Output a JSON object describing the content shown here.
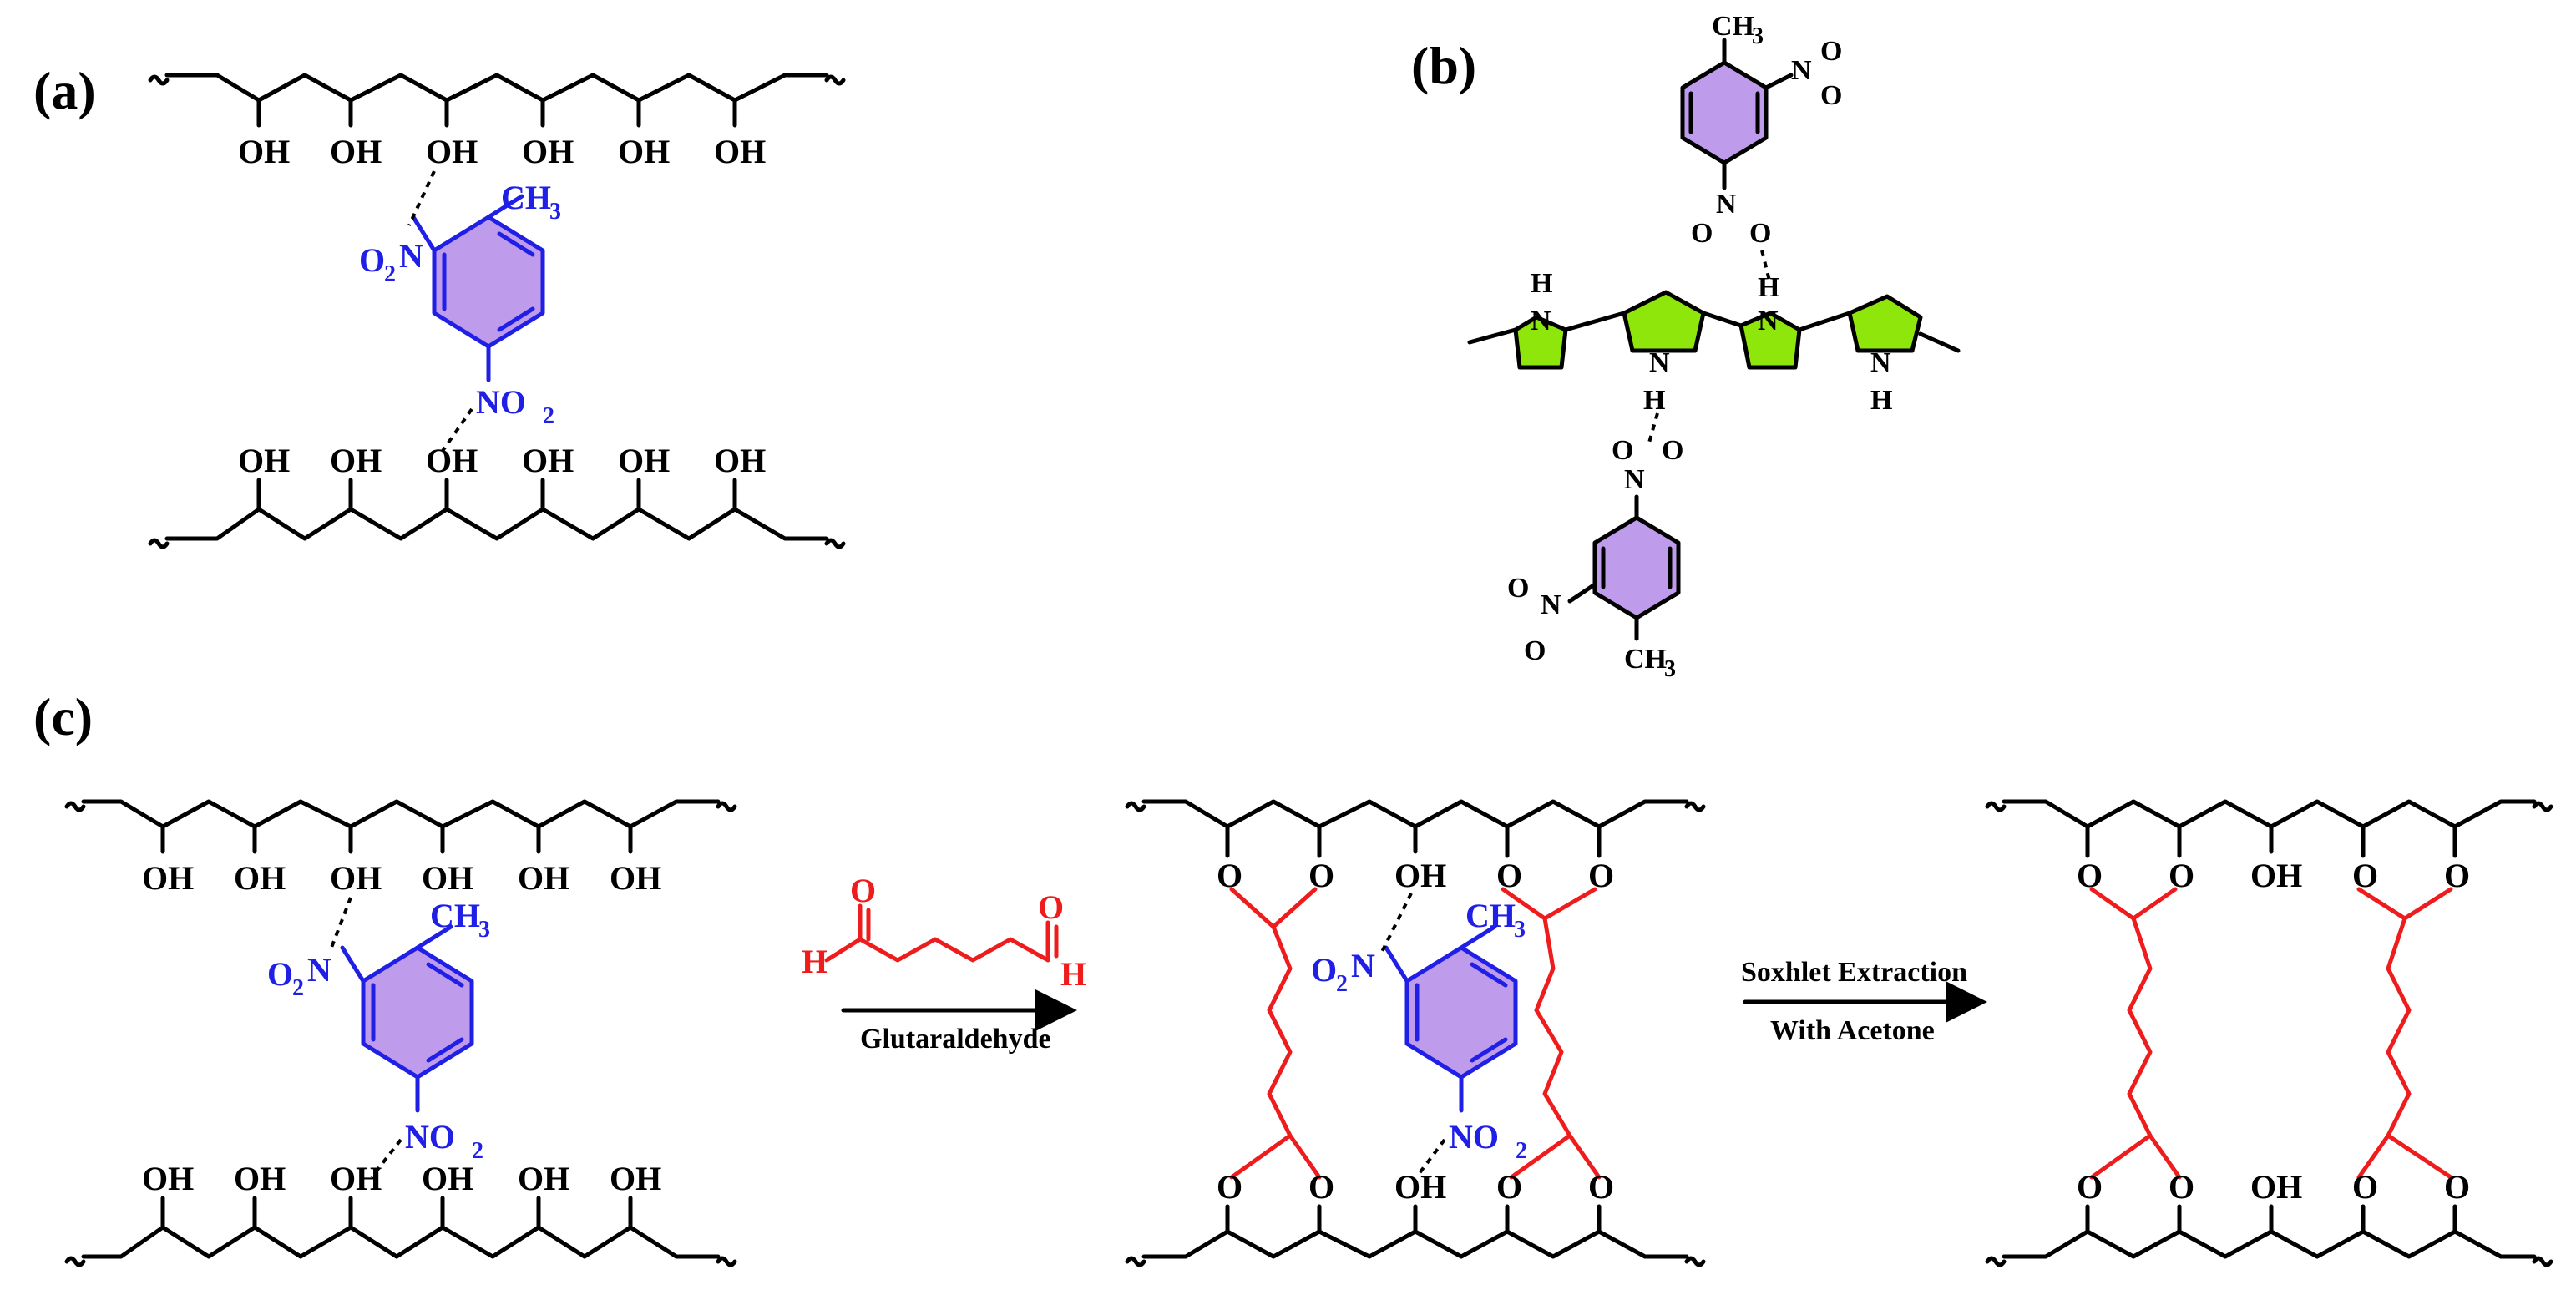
{
  "panels": {
    "a": {
      "label": "(a)"
    },
    "b": {
      "label": "(b)"
    },
    "c": {
      "label": "(c)"
    }
  },
  "atoms": {
    "hydroxyl": "OH",
    "oxygen": "O",
    "nitrogen": "N",
    "hydrogen": "H",
    "methyl": "CH",
    "methyl_sub": "3",
    "nitro_prefix": "O",
    "nitro_sub": "2",
    "nitro_suffix_N": "N",
    "nitro_tail": "NO",
    "nitro_group": "NO"
  },
  "reagent": {
    "name": "Glutaraldehyde",
    "aldehyde_o": "O",
    "aldehyde_h": "H"
  },
  "step2": {
    "line1": "Soxhlet Extraction",
    "line2": "With Acetone"
  },
  "colors": {
    "backbone": "#000000",
    "dnt": "#1f1fe6",
    "crosslinker": "#ee1c1c",
    "benzene_fill": "#bf9bec",
    "pyrrole_fill": "#8fe60a"
  }
}
